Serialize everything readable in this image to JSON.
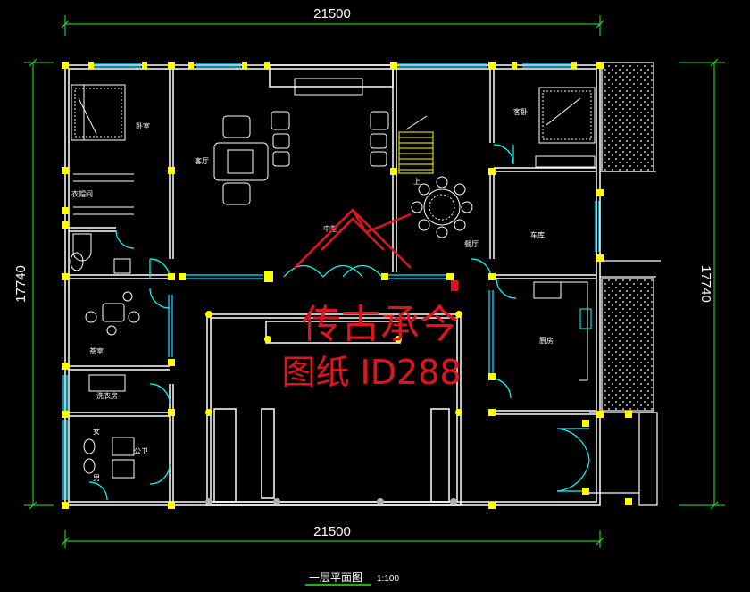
{
  "dimensions": {
    "width_top": "21500",
    "width_bottom": "21500",
    "depth_left": "17740",
    "depth_right": "17740"
  },
  "rooms": {
    "bedroom_left": "卧室",
    "closet": "衣帽间",
    "living_room": "客厅",
    "courtyard": "中堂",
    "stair_up": "上",
    "dining": "餐厅",
    "bedroom_right": "客卧",
    "garage": "车库",
    "tea_room": "茶室",
    "laundry": "洗衣房",
    "toilet": "公卫",
    "female": "女",
    "male": "男",
    "kitchen": "厨房"
  },
  "watermark": {
    "line1": "传古承今",
    "line2": "图纸 ID288"
  },
  "caption": {
    "title": "一层平面图",
    "scale": "1:100"
  },
  "colors": {
    "background": "#000000",
    "wall": "#ffffff",
    "column": "#ffff00",
    "window": "#00bfe6",
    "watermark": "#e0141e",
    "dimension": "#00ff00"
  }
}
